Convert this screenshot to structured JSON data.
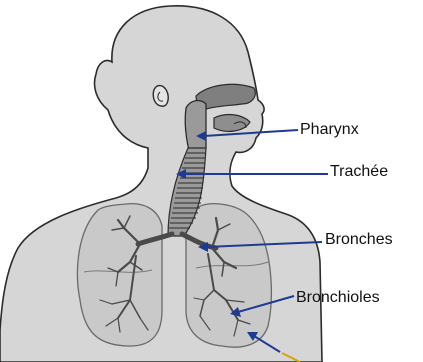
{
  "diagram": {
    "labels": {
      "pharynx": "Pharynx",
      "trachee": "Trachée",
      "bronches": "Bronches",
      "bronchioles": "Bronchioles"
    },
    "colors": {
      "body_fill": "#d6d6d6",
      "outline": "#2b2b2b",
      "lung_fill": "#c9c9c9",
      "airway_fill": "#9a9a9a",
      "arrow": "#1f3a93",
      "extra_arrow": "#d4a600"
    }
  }
}
